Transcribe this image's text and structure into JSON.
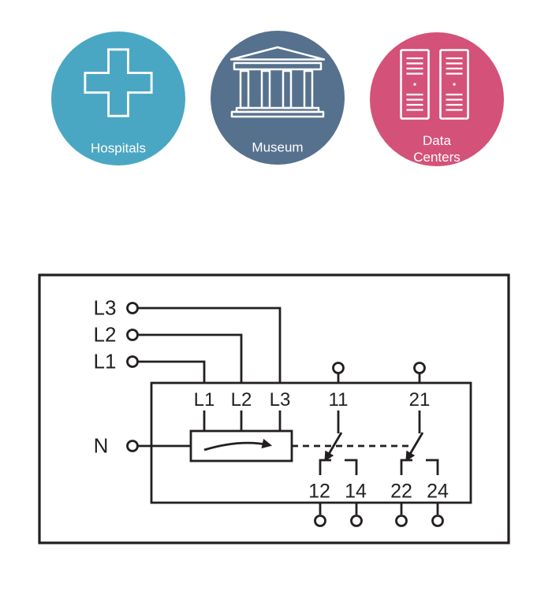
{
  "sectors": [
    {
      "label": "Hospitals",
      "color": "#4AA7C3"
    },
    {
      "label": "Museum",
      "color": "#56718E"
    },
    {
      "label": "Data Centers",
      "color": "#D4517A"
    }
  ],
  "diagram": {
    "line_color": "#231F20",
    "feed_labels": [
      "L3",
      "L2",
      "L1"
    ],
    "neutral_label": "N",
    "relay_input_labels": [
      "L1",
      "L2",
      "L3"
    ],
    "contact_common_labels": [
      "11",
      "21"
    ],
    "contact_output_labels": [
      "12",
      "14",
      "22",
      "24"
    ]
  }
}
